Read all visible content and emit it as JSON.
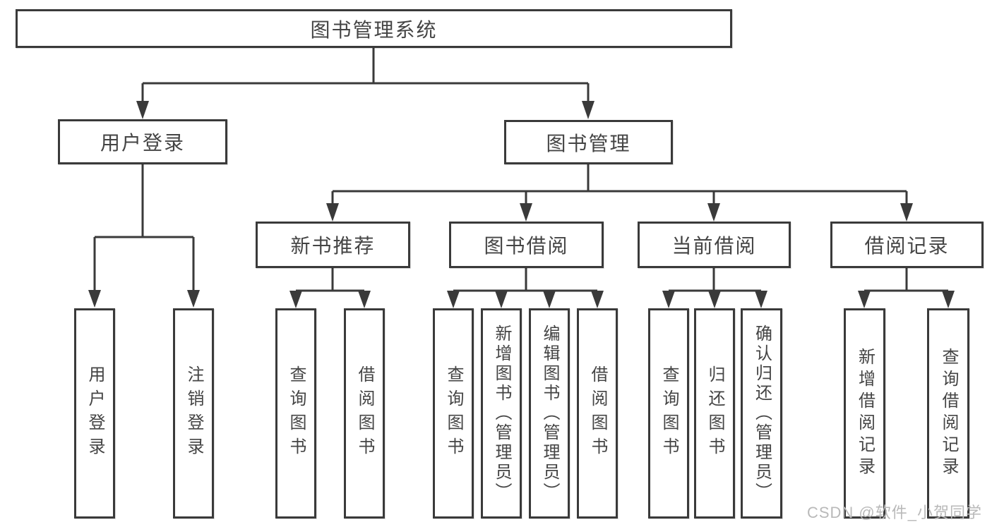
{
  "diagram": {
    "root": {
      "label": "图书管理系统"
    },
    "branches": [
      {
        "label": "用户登录",
        "leaves": [
          {
            "label": "用户登录"
          },
          {
            "label": "注销登录"
          }
        ]
      },
      {
        "label": "图书管理",
        "groups": [
          {
            "label": "新书推荐",
            "leaves": [
              {
                "label": "查询图书"
              },
              {
                "label": "借阅图书"
              }
            ]
          },
          {
            "label": "图书借阅",
            "leaves": [
              {
                "label": "查询图书"
              },
              {
                "label": "新增图书（管理员）"
              },
              {
                "label": "编辑图书（管理员）"
              },
              {
                "label": "借阅图书"
              }
            ]
          },
          {
            "label": "当前借阅",
            "leaves": [
              {
                "label": "查询图书"
              },
              {
                "label": "归还图书"
              },
              {
                "label": "确认归还（管理员）"
              }
            ]
          },
          {
            "label": "借阅记录",
            "leaves": [
              {
                "label": "新增借阅记录"
              },
              {
                "label": "查询借阅记录"
              }
            ]
          }
        ]
      }
    ]
  },
  "watermark": "CSDN @软件_小贺同学",
  "colors": {
    "line": "#3a3a3a",
    "text": "#444444",
    "background": "#ffffff",
    "watermark": "#b9b9b9"
  }
}
